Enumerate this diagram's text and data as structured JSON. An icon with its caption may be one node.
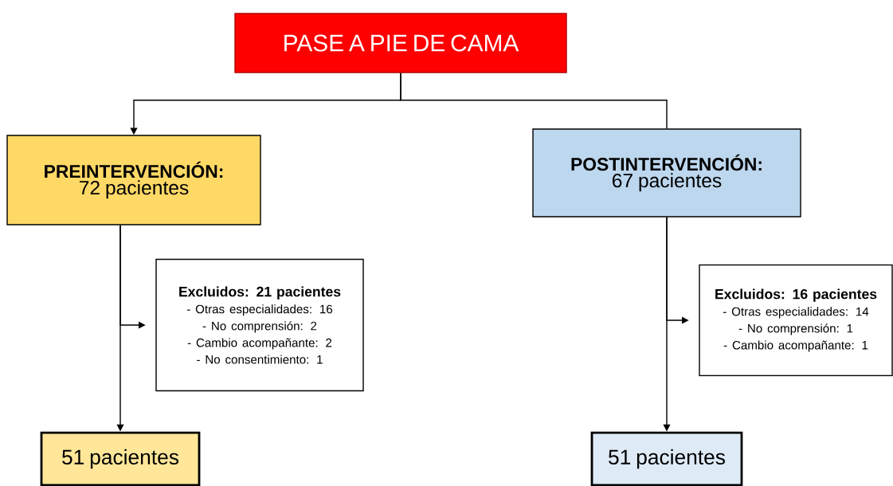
{
  "diagram": {
    "nodes": [
      {
        "text": [
          "PASE A PIE DE CAMA"
        ]
      },
      {
        "text": [
          "PREINTERVENCIÓN:",
          "72 pacientes"
        ]
      },
      {
        "text": [
          "POSTINTERVENCIÓN:",
          "67 pacientes"
        ]
      },
      {
        "text": [
          "Excluidos: 21 pacientes",
          "- Otras especialidades: 16",
          "- No comprensión: 2",
          "- Cambio acompañante: 2",
          "- No consentimiento: 1"
        ]
      },
      {
        "text": [
          "51 pacientes"
        ]
      },
      {
        "text": [
          "Excluidos: 16 pacientes",
          "- Otras especialidades: 14",
          "- No comprensión: 1",
          "- Cambio acompañante: 1"
        ]
      },
      {
        "text": [
          "51 pacientes"
        ]
      }
    ],
    "edges": [
      {
        "from": 0,
        "to": 1,
        "arrow": "to"
      },
      {
        "from": 0,
        "to": 2,
        "arrow": "none"
      },
      {
        "from": 1,
        "to": 3,
        "arrow": "to"
      },
      {
        "from": 1,
        "to": 4,
        "arrow": "to"
      },
      {
        "from": 2,
        "to": 5,
        "arrow": "to"
      },
      {
        "from": 2,
        "to": 6,
        "arrow": "to"
      }
    ]
  }
}
